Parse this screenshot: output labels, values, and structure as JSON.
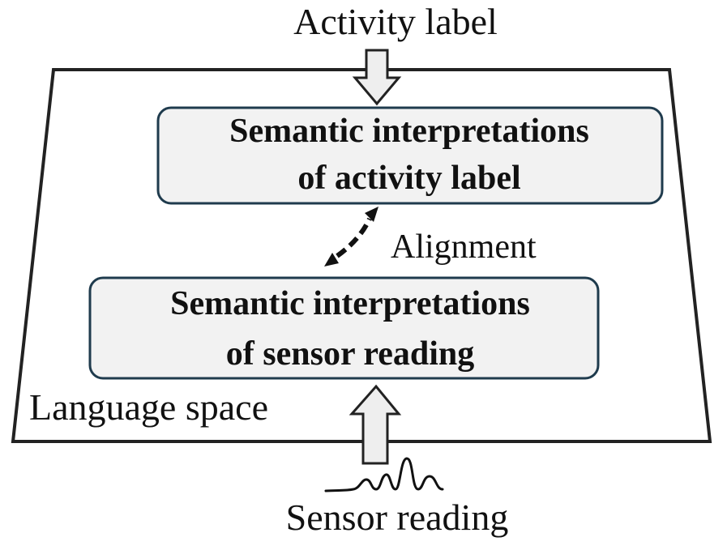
{
  "labels": {
    "top_input": "Activity label",
    "bottom_input": "Sensor reading",
    "space": "Language space",
    "alignment": "Alignment"
  },
  "boxes": {
    "activity": {
      "line1": "Semantic interpretations",
      "line2": "of activity label"
    },
    "sensor": {
      "line1": "Semantic interpretations",
      "line2": "of sensor reading"
    }
  },
  "colors": {
    "outline": "#222222",
    "box_outline": "#1f3b4d",
    "box_fill": "#f2f2f2",
    "arrow_fill": "#eeeeee",
    "text": "#111111"
  }
}
